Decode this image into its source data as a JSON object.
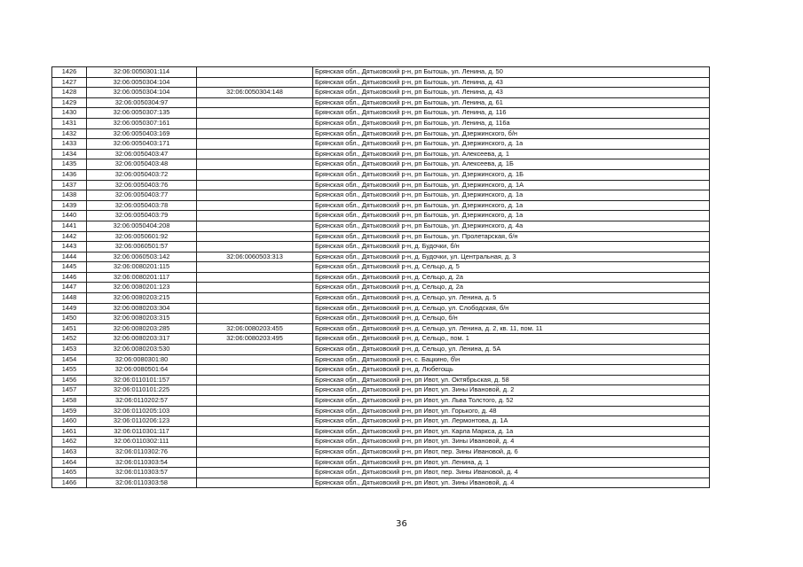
{
  "page_number": "36",
  "rows": [
    [
      "1426",
      "32:06:0050301:114",
      "",
      "Брянская обл., Дятьковский р-н, рп Бытошь, ул. Ленина, д. 50"
    ],
    [
      "1427",
      "32:06:0050304:104",
      "",
      "Брянская обл., Дятьковский р-н, рп Бытошь, ул. Ленина, д. 43"
    ],
    [
      "1428",
      "32:06:0050304:104",
      "32:06:0050304:148",
      "Брянская обл., Дятьковский р-н, рп Бытошь, ул. Ленина, д. 43"
    ],
    [
      "1429",
      "32:06:0050304:97",
      "",
      "Брянская обл., Дятьковский р-н, рп Бытошь, ул. Ленина, д. 61"
    ],
    [
      "1430",
      "32:06:0050307:135",
      "",
      "Брянская обл., Дятьковский р-н, рп Бытошь, ул. Ленина, д. 116"
    ],
    [
      "1431",
      "32:06:0050307:161",
      "",
      "Брянская обл., Дятьковский р-н, рп Бытошь, ул. Ленина, д. 116а"
    ],
    [
      "1432",
      "32:06:0050403:169",
      "",
      "Брянская обл., Дятьковский р-н, рп Бытошь, ул. Дзержинского, б/н"
    ],
    [
      "1433",
      "32:06:0050403:171",
      "",
      "Брянская обл., Дятьковский р-н, рп Бытошь, ул. Дзержинского, д. 1а"
    ],
    [
      "1434",
      "32:06:0050403:47",
      "",
      "Брянская обл., Дятьковский р-н, рп Бытошь, ул. Алексеева, д. 1"
    ],
    [
      "1435",
      "32:06:0050403:48",
      "",
      "Брянская обл., Дятьковский р-н, рп Бытошь, ул. Алексеева, д. 1Б"
    ],
    [
      "1436",
      "32:06:0050403:72",
      "",
      "Брянская обл., Дятьковский р-н, рп Бытошь, ул. Дзержинского, д. 1Б"
    ],
    [
      "1437",
      "32:06:0050403:76",
      "",
      "Брянская обл., Дятьковский р-н, рп Бытошь, ул. Дзержинского, д. 1А"
    ],
    [
      "1438",
      "32:06:0050403:77",
      "",
      "Брянская обл., Дятьковский р-н, рп Бытошь, ул. Дзержинского, д. 1а"
    ],
    [
      "1439",
      "32:06:0050403:78",
      "",
      "Брянская обл., Дятьковский р-н, рп Бытошь, ул. Дзержинского, д. 1а"
    ],
    [
      "1440",
      "32:06:0050403:79",
      "",
      "Брянская обл., Дятьковский р-н, рп Бытошь, ул. Дзержинского, д. 1а"
    ],
    [
      "1441",
      "32:06:0050404:208",
      "",
      "Брянская обл., Дятьковский р-н, рп Бытошь, ул. Дзержинского, д. 4а"
    ],
    [
      "1442",
      "32:06:0050601:92",
      "",
      "Брянская обл., Дятьковский р-н, рп Бытошь, ул. Пролетарская, б/н"
    ],
    [
      "1443",
      "32:06:0060501:57",
      "",
      "Брянская обл., Дятьковский р-н, д. Будочки, б/н"
    ],
    [
      "1444",
      "32:06:0060503:142",
      "32:06:0060503:313",
      "Брянская обл., Дятьковский р-н, д. Будочки, ул. Центральная, д. 3"
    ],
    [
      "1445",
      "32:06:0080201:115",
      "",
      "Брянская обл., Дятьковский р-н, д. Сельцо, д. 5"
    ],
    [
      "1446",
      "32:06:0080201:117",
      "",
      "Брянская обл., Дятьковский р-н, д. Сельцо, д. 2а"
    ],
    [
      "1447",
      "32:06:0080201:123",
      "",
      "Брянская обл., Дятьковский р-н, д. Сельцо, д. 2а"
    ],
    [
      "1448",
      "32:06:0080203:215",
      "",
      "Брянская обл., Дятьковский р-н, д. Сельцо, ул. Ленина, д. 5"
    ],
    [
      "1449",
      "32:06:0080203:304",
      "",
      "Брянская обл., Дятьковский р-н, д. Сельцо, ул. Слободская, б/н"
    ],
    [
      "1450",
      "32:06:0080203:315",
      "",
      "Брянская обл., Дятьковский р-н, д. Сельцо, б/н"
    ],
    [
      "1451",
      "32:06:0080203:285",
      "32:06:0080203:455",
      "Брянская обл., Дятьковский р-н, д. Сельцо, ул. Ленина, д. 2, кв. 11, пом. 11"
    ],
    [
      "1452",
      "32:06:0080203:317",
      "32:06:0080203:495",
      "Брянская обл., Дятьковский р-н, д. Сельцо,, пом. 1"
    ],
    [
      "1453",
      "32:06:0080203:530",
      "",
      "Брянская обл., Дятьковский р-н, д. Сельцо, ул. Ленина, д. 5А"
    ],
    [
      "1454",
      "32:06:0080301:80",
      "",
      "Брянская обл., Дятьковский р-н, с. Бацкино, б\\н"
    ],
    [
      "1455",
      "32:06:0080501:64",
      "",
      "Брянская обл., Дятьковский р-н, д. Любегощь"
    ],
    [
      "1456",
      "32:06:0110101:157",
      "",
      "Брянская обл., Дятьковский р-н, рп Ивот, ул. Октябрьская, д. 58"
    ],
    [
      "1457",
      "32:06:0110101:225",
      "",
      "Брянская обл., Дятьковский р-н, рп Ивот, ул. Зины Ивановой, д. 2"
    ],
    [
      "1458",
      "32:06:0110202:57",
      "",
      "Брянская обл., Дятьковский р-н, рп Ивот, ул. Льва Толстого, д. 52"
    ],
    [
      "1459",
      "32:06:0110205:103",
      "",
      "Брянская обл., Дятьковский р-н, рп Ивот, ул. Горького, д. 48"
    ],
    [
      "1460",
      "32:06:0110206:123",
      "",
      "Брянская обл., Дятьковский р-н, рп Ивот, ул. Лермонтова, д. 1А"
    ],
    [
      "1461",
      "32:06:0110301:117",
      "",
      "Брянская обл., Дятьковский р-н, рп Ивот, ул. Карла Маркса, д. 1а"
    ],
    [
      "1462",
      "32:06:0110302:111",
      "",
      "Брянская обл., Дятьковский р-н, рп Ивот, ул. Зины Ивановой, д. 4"
    ],
    [
      "1463",
      "32:06:0110302:76",
      "",
      "Брянская обл., Дятьковский р-н, рп Ивот, пер. Зины Ивановой, д. 6"
    ],
    [
      "1464",
      "32:06:0110303:54",
      "",
      "Брянская обл., Дятьковский р-н, рп Ивот, ул. Ленина, д. 1"
    ],
    [
      "1465",
      "32:06:0110303:57",
      "",
      "Брянская обл., Дятьковский р-н, рп Ивот, пер. Зины Ивановой, д. 4"
    ],
    [
      "1466",
      "32:06:0110303:58",
      "",
      "Брянская обл., Дятьковский р-н, рп Ивот, ул. Зины Ивановой, д. 4"
    ]
  ]
}
